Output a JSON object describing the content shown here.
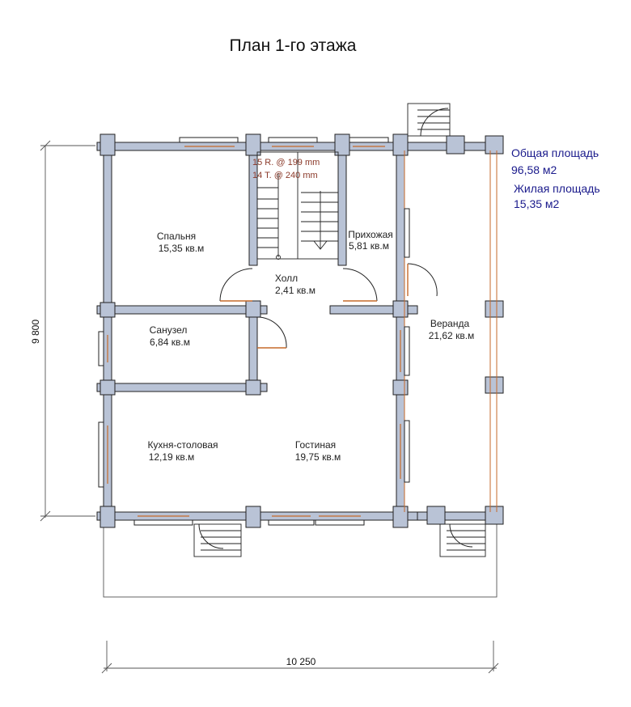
{
  "title": "План 1-го этажа",
  "rooms": {
    "bedroom": {
      "name": "Спальня",
      "area": "15,35 кв.м"
    },
    "hall_entry": {
      "name": "Прихожая",
      "area": "5,81 кв.м"
    },
    "hall": {
      "name": "Холл",
      "area": "2,41 кв.м"
    },
    "bathroom": {
      "name": "Санузел",
      "area": "6,84 кв.м"
    },
    "veranda": {
      "name": "Веранда",
      "area": "21,62 кв.м"
    },
    "kitchen": {
      "name": "Кухня-столовая",
      "area": "12,19 кв.м"
    },
    "living": {
      "name": "Гостиная",
      "area": "19,75 кв.м"
    }
  },
  "stairs": {
    "risers": "15 R. @ 199 mm",
    "treads": "14 T. @ 240 mm"
  },
  "summary": {
    "total_label": "Общая площадь",
    "total_value": "96,58 м2",
    "living_label": "Жилая площадь",
    "living_value": "15,35 м2"
  },
  "dimensions": {
    "height": "9 800",
    "width": "10 250"
  }
}
